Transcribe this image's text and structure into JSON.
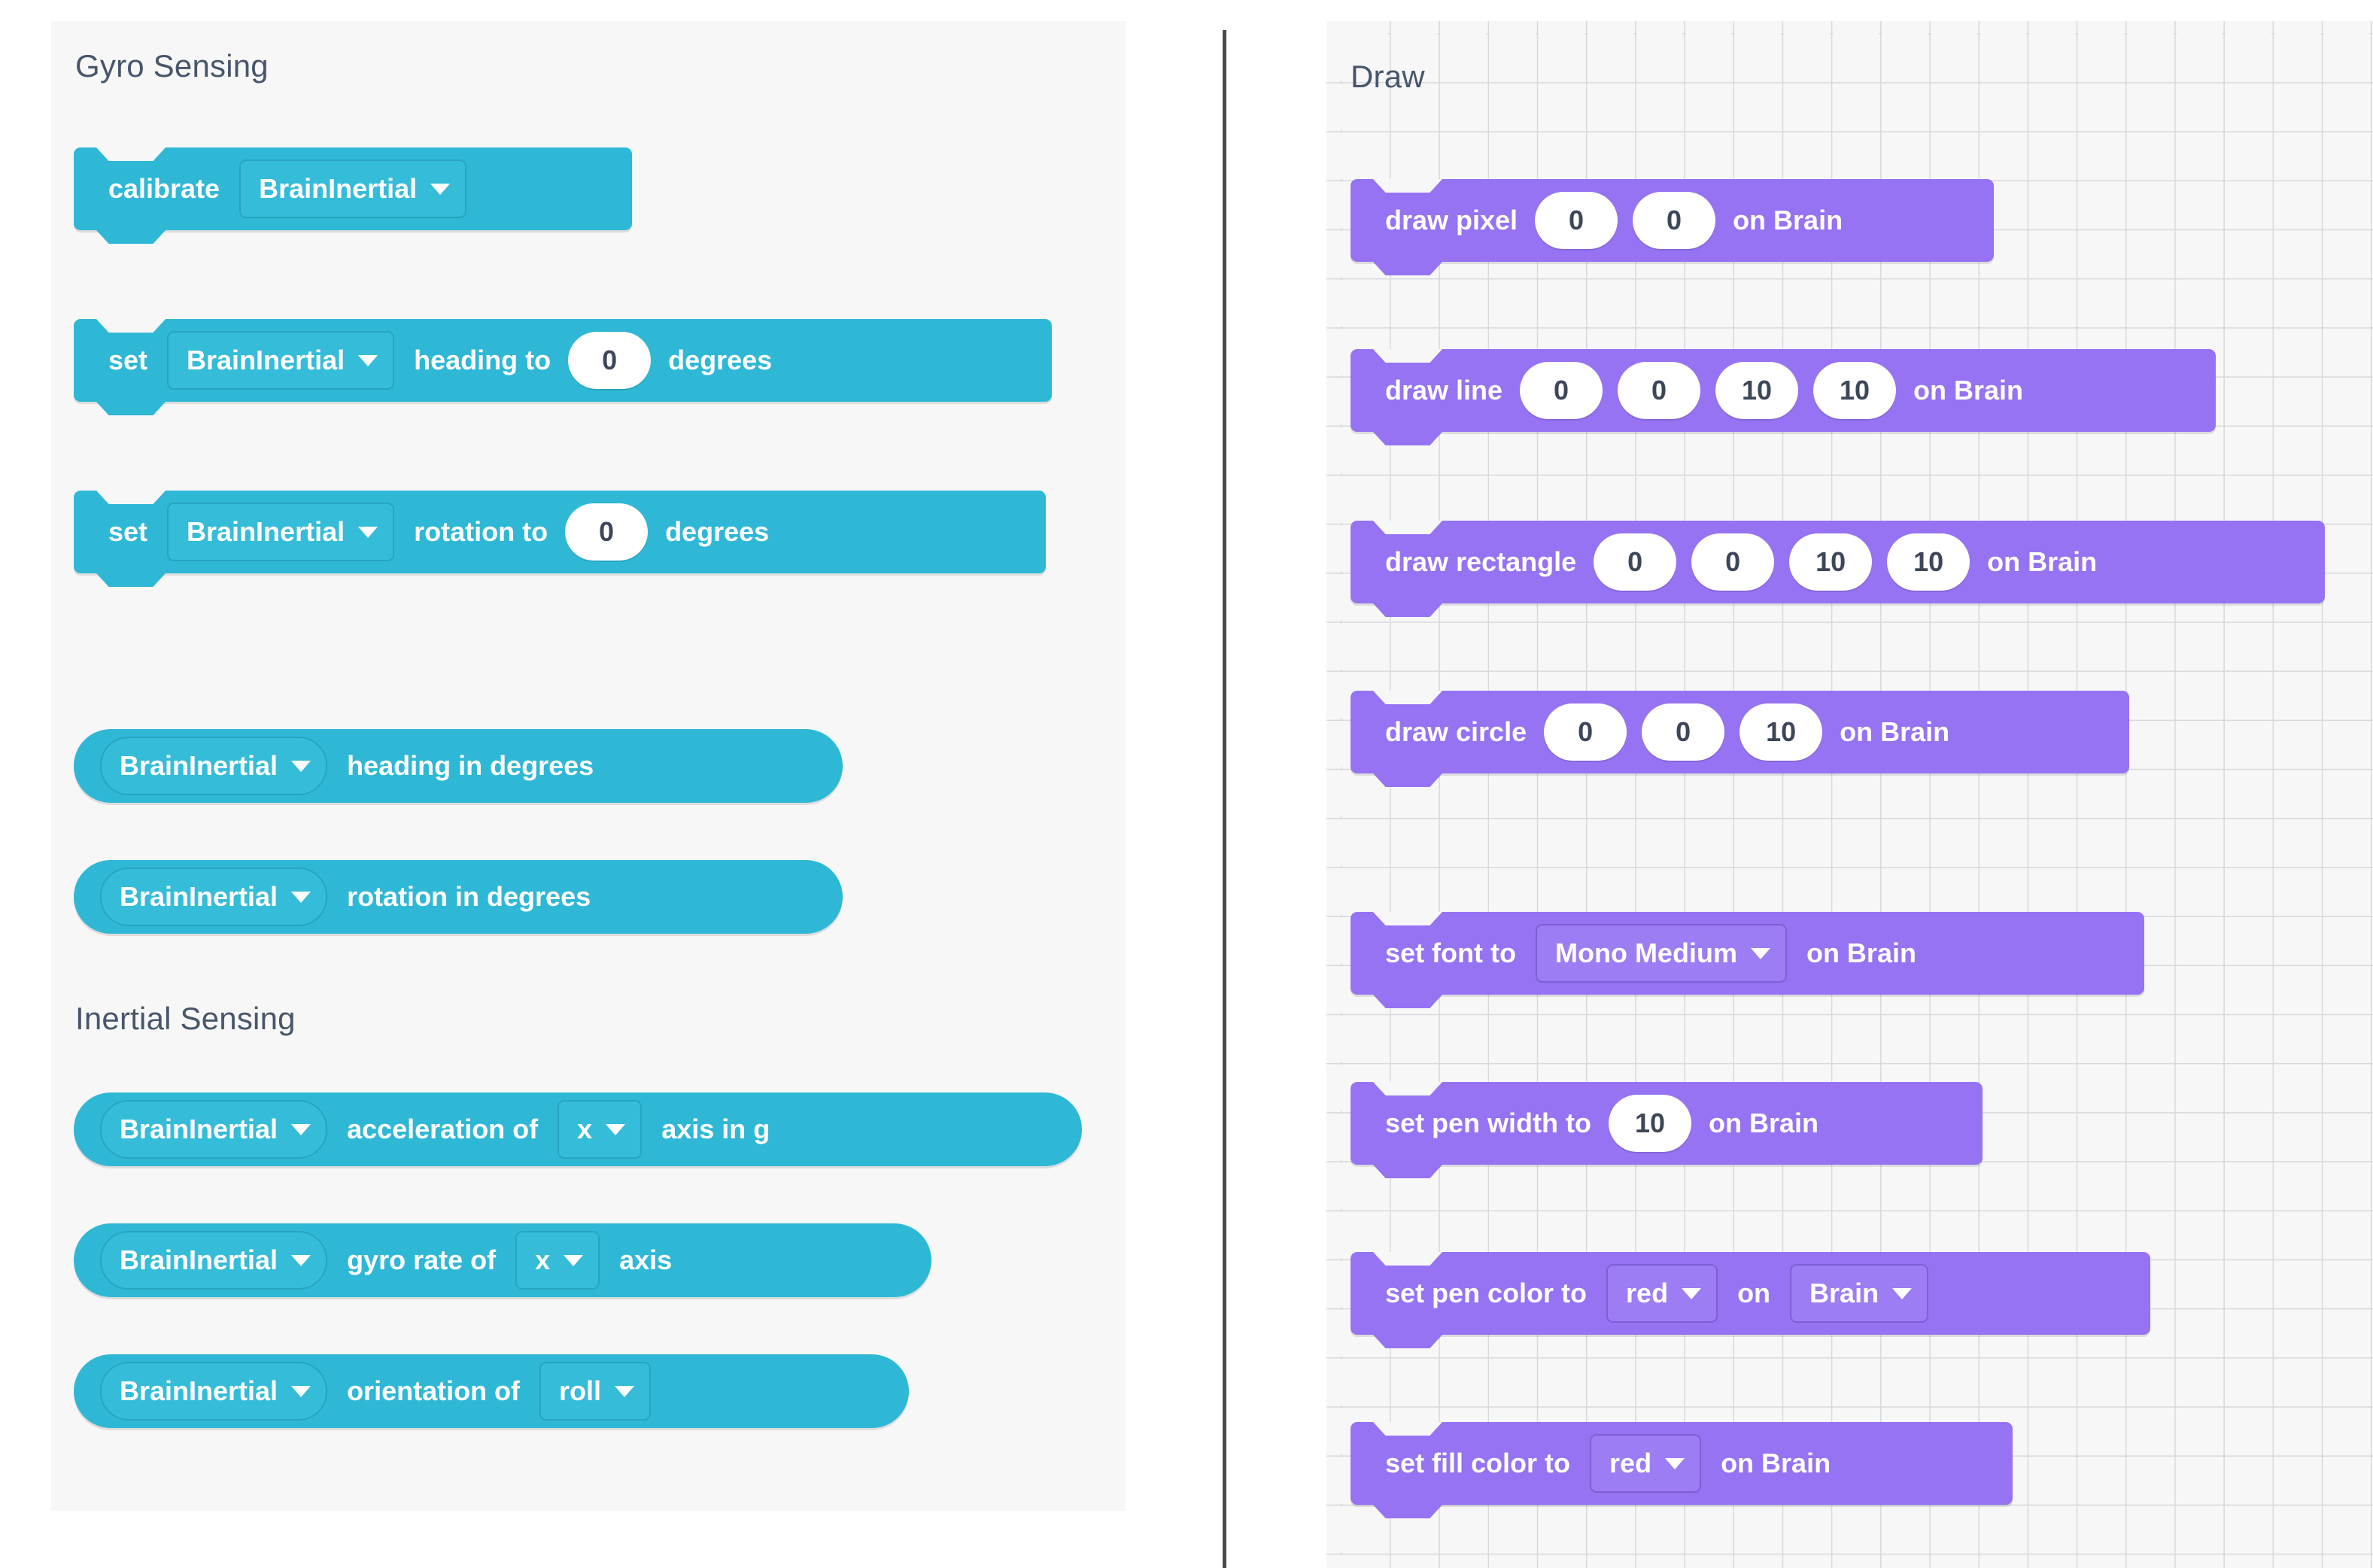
{
  "panels": {
    "gyro": {
      "sections": [
        {
          "heading": "Gyro Sensing"
        },
        {
          "heading": "Inertial Sensing"
        }
      ],
      "blocks": {
        "calibrate": {
          "verb": "calibrate",
          "device": "BrainInertial"
        },
        "set_heading": {
          "verb": "set",
          "device": "BrainInertial",
          "property": "heading to",
          "value": "0",
          "unit": "degrees"
        },
        "set_rotation": {
          "verb": "set",
          "device": "BrainInertial",
          "property": "rotation to",
          "value": "0",
          "unit": "degrees"
        },
        "heading_report": {
          "device": "BrainInertial",
          "property": "heading in degrees"
        },
        "rotation_report": {
          "device": "BrainInertial",
          "property": "rotation in degrees"
        },
        "acceleration": {
          "device": "BrainInertial",
          "property": "acceleration of",
          "axis": "x",
          "suffix": "axis in g"
        },
        "gyro_rate": {
          "device": "BrainInertial",
          "property": "gyro rate of",
          "axis": "x",
          "suffix": "axis"
        },
        "orientation": {
          "device": "BrainInertial",
          "property": "orientation of",
          "axis": "roll"
        }
      }
    },
    "draw": {
      "heading": "Draw",
      "blocks": {
        "draw_pixel": {
          "verb": "draw pixel",
          "x": "0",
          "y": "0",
          "target": "on Brain"
        },
        "draw_line": {
          "verb": "draw line",
          "x1": "0",
          "y1": "0",
          "x2": "10",
          "y2": "10",
          "target": "on Brain"
        },
        "draw_rectangle": {
          "verb": "draw rectangle",
          "x": "0",
          "y": "0",
          "w": "10",
          "h": "10",
          "target": "on Brain"
        },
        "draw_circle": {
          "verb": "draw circle",
          "x": "0",
          "y": "0",
          "r": "10",
          "target": "on Brain"
        },
        "set_font": {
          "verb": "set font to",
          "font": "Mono Medium",
          "target": "on Brain"
        },
        "set_pen_width": {
          "verb": "set pen width to",
          "width": "10",
          "target": "on Brain"
        },
        "set_pen_color": {
          "verb": "set pen color to",
          "color": "red",
          "on": "on",
          "device": "Brain"
        },
        "set_fill_color": {
          "verb": "set fill color to",
          "color": "red",
          "target": "on Brain"
        }
      }
    }
  },
  "colors": {
    "sensing_teal": "#2fb8d6",
    "draw_purple": "#9573f2",
    "panel_bg": "#f7f7f7",
    "heading_text": "#47566b",
    "field_text": "#3d4759",
    "divider": "#4a4a4a"
  },
  "icons": {
    "dropdown_caret": "chevron-down-icon"
  }
}
